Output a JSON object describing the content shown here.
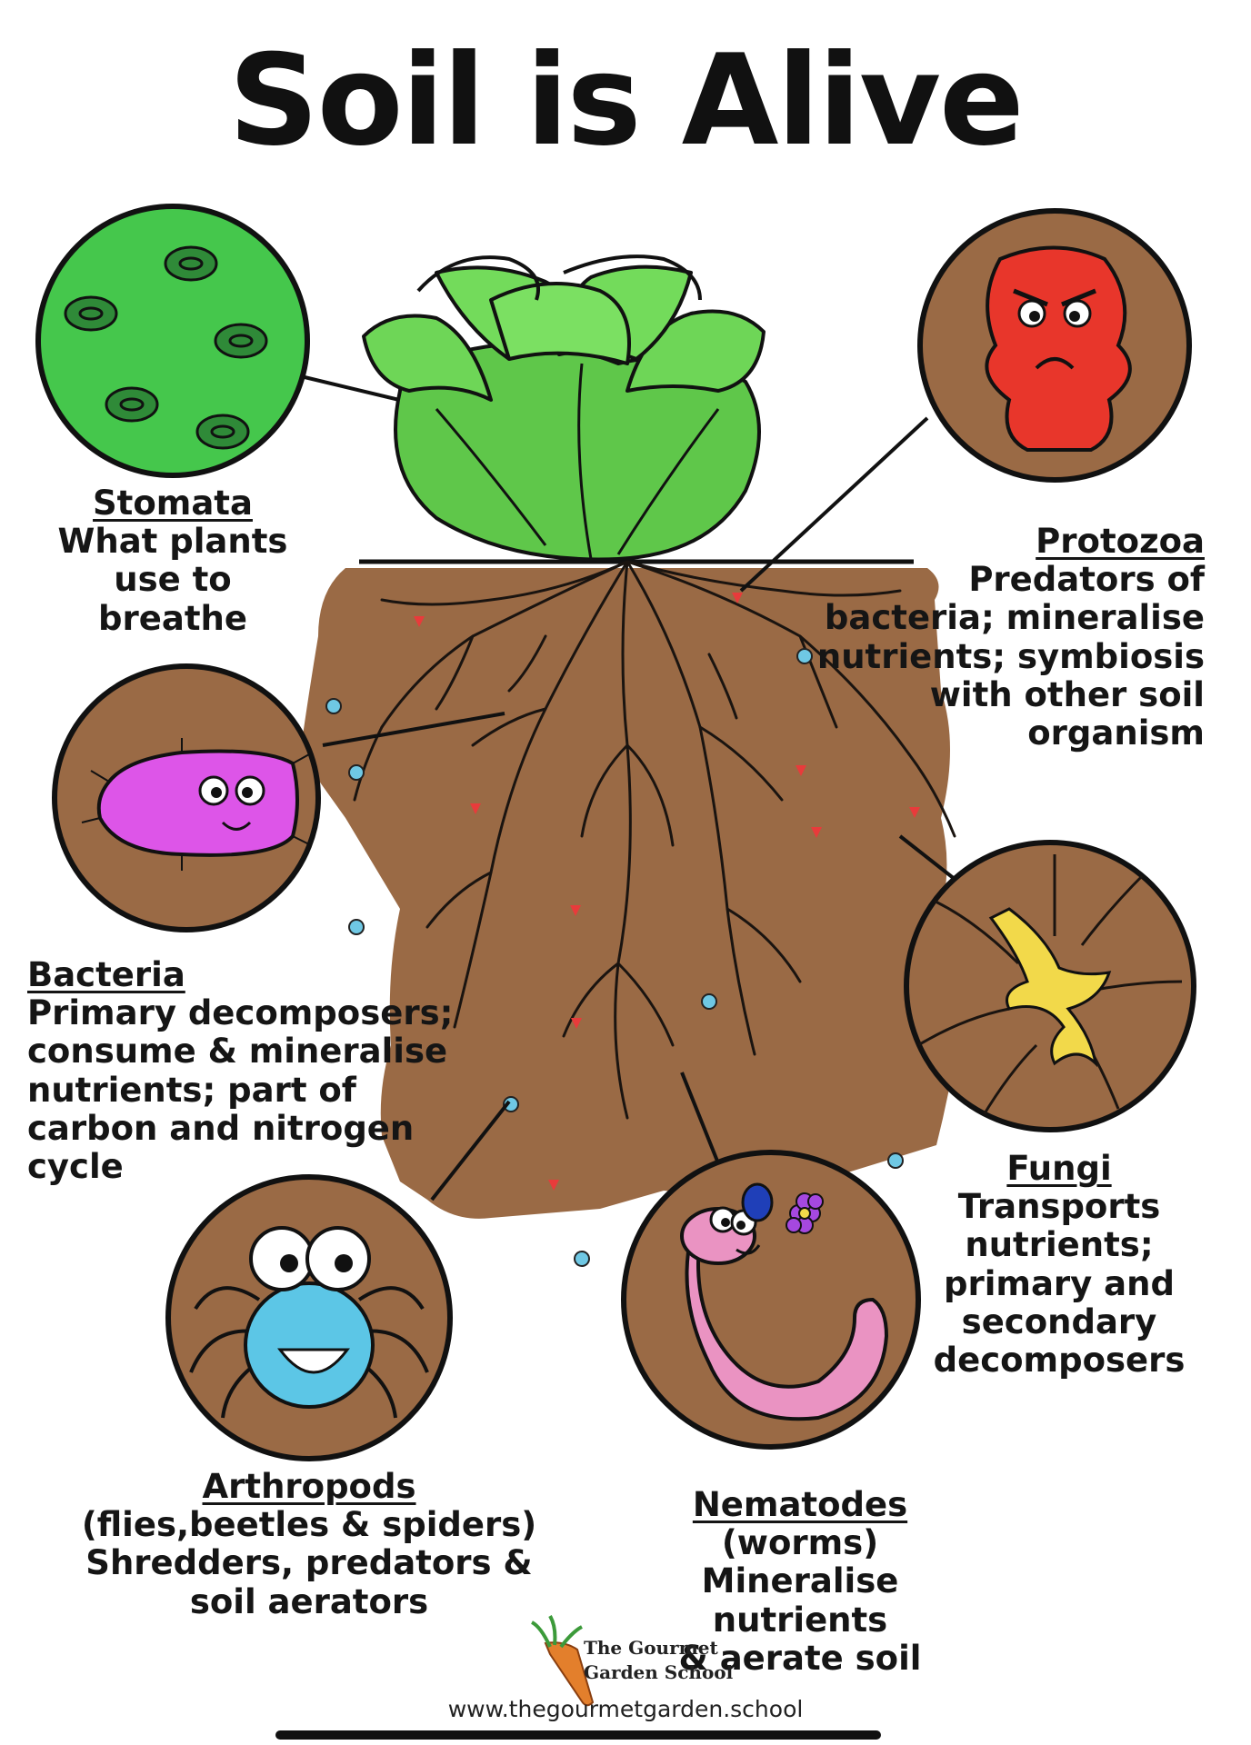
{
  "title": "Soil is Alive",
  "organisms": {
    "stomata": {
      "heading": "Stomata",
      "text": "What plants\nuse to breathe"
    },
    "protozoa": {
      "heading": "Protozoa",
      "text": "Predators of\nbacteria; mineralise\nnutrients; symbiosis\nwith other soil\norganism"
    },
    "bacteria": {
      "heading": "Bacteria",
      "text": "Primary decomposers;\nconsume & mineralise\nnutrients; part of\ncarbon and nitrogen\ncycle"
    },
    "fungi": {
      "heading": "Fungi",
      "text": "Transports\nnutrients;\nprimary and\nsecondary\ndecomposers"
    },
    "arthropods": {
      "heading": "Arthropods",
      "text": "(flies,beetles & spiders)\nShredders, predators &\nsoil aerators"
    },
    "nematodes": {
      "heading": "Nematodes",
      "text": "(worms)\nMineralise nutrients\n& aerate soil"
    }
  },
  "brand": {
    "line1": "The Gourmet",
    "line2": "Garden School"
  },
  "footer_url": "www.thegourmetgarden.school",
  "colors": {
    "soil": "#9a6a45",
    "leaf": "#62c94a",
    "protozoa": "#e8362b",
    "bacteria": "#dd55e8",
    "spider": "#5cc6e6",
    "worm": "#ea93c2",
    "fungi": "#f2d94a"
  },
  "icons": [
    "stomata-icon",
    "protozoa-icon",
    "bacteria-icon",
    "fungi-icon",
    "spider-icon",
    "worm-icon",
    "cabbage-icon",
    "carrot-icon"
  ]
}
